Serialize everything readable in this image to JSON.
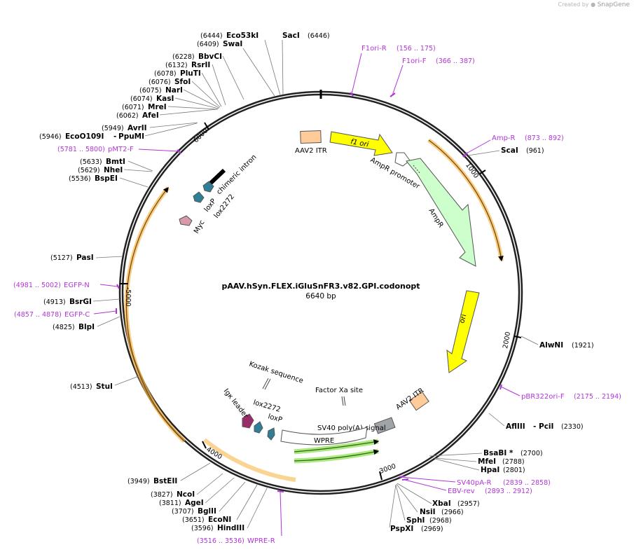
{
  "header": {
    "created_by": "Created by",
    "brand": "SnapGene"
  },
  "plasmid": {
    "name": "pAAV.hSyn.FLEX.iGluSnFR3.v82.GPI.codonopt",
    "length": "6640 bp"
  },
  "ticks": [
    "1000",
    "2000",
    "3000",
    "4000",
    "-5000",
    "6000"
  ],
  "features": {
    "aav2_itr_top": "AAV2 ITR",
    "f1_ori": "f1 ori",
    "ampr_promoter": "AmpR promoter",
    "ampr": "AmpR",
    "ori": "ori",
    "aav2_itr_bottom": "AAV2 ITR",
    "sv40_polya": "SV40 poly(A) signal",
    "factor_xa": "Factor Xa site",
    "kozak": "Kozak sequence",
    "igk_leader": "Igκ leader",
    "lox2272_bottom": "lox2272",
    "loxp_bottom": "loxP",
    "wpre": "WPRE",
    "chimeric_intron": "chimeric intron",
    "loxp_top": "loxP",
    "lox2272_top": "lox2272",
    "myc": "Myc"
  },
  "enzymes": [
    {
      "pos": "(6444)",
      "name": "Eco53kI"
    },
    {
      "pos": "(6409)",
      "name": "SwaI"
    },
    {
      "pos": "(6446)",
      "name": "SacI"
    },
    {
      "pos": "(6228)",
      "name": "BbvCI"
    },
    {
      "pos": "(6132)",
      "name": "RsrII"
    },
    {
      "pos": "(6078)",
      "name": "PluTI"
    },
    {
      "pos": "(6076)",
      "name": "SfoI"
    },
    {
      "pos": "(6075)",
      "name": "NarI"
    },
    {
      "pos": "(6074)",
      "name": "KasI"
    },
    {
      "pos": "(6071)",
      "name": "MreI"
    },
    {
      "pos": "(6062)",
      "name": "AfeI"
    },
    {
      "pos": "(5949)",
      "name": "AvrII"
    },
    {
      "pos": "(5946)",
      "name": "EcoO109I",
      "name2": "PpuMI"
    },
    {
      "pos": "(5633)",
      "name": "BmtI"
    },
    {
      "pos": "(5629)",
      "name": "NheI"
    },
    {
      "pos": "(5536)",
      "name": "BspEI"
    },
    {
      "pos": "(5127)",
      "name": "PasI"
    },
    {
      "pos": "(4913)",
      "name": "BsrGI"
    },
    {
      "pos": "(4825)",
      "name": "BlpI"
    },
    {
      "pos": "(4513)",
      "name": "StuI"
    },
    {
      "pos": "(3949)",
      "name": "BstEII"
    },
    {
      "pos": "(3827)",
      "name": "NcoI"
    },
    {
      "pos": "(3811)",
      "name": "AgeI"
    },
    {
      "pos": "(3707)",
      "name": "BglII"
    },
    {
      "pos": "(3651)",
      "name": "EcoNI"
    },
    {
      "pos": "(3596)",
      "name": "HindIII"
    },
    {
      "pos": "(961)",
      "name": "ScaI"
    },
    {
      "pos": "(1921)",
      "name": "AlwNI"
    },
    {
      "pos": "(2330)",
      "name": "AflIII",
      "name2": "PciI"
    },
    {
      "pos": "(2700)",
      "name": "BsaBI *"
    },
    {
      "pos": "(2788)",
      "name": "MfeI"
    },
    {
      "pos": "(2801)",
      "name": "HpaI"
    },
    {
      "pos": "(2957)",
      "name": "XbaI"
    },
    {
      "pos": "(2966)",
      "name": "NsiI"
    },
    {
      "pos": "(2968)",
      "name": "SphI"
    },
    {
      "pos": "(2969)",
      "name": "PspXI"
    }
  ],
  "primers": [
    {
      "name": "F1ori-R",
      "range": "(156 .. 175)"
    },
    {
      "name": "F1ori-F",
      "range": "(366 .. 387)"
    },
    {
      "name": "Amp-R",
      "range": "(873 .. 892)"
    },
    {
      "name": "pMT2-F",
      "range": "(5781 .. 5800)"
    },
    {
      "name": "EGFP-N",
      "range": "(4981 .. 5002)"
    },
    {
      "name": "EGFP-C",
      "range": "(4857 .. 4878)"
    },
    {
      "name": "pBR322ori-F",
      "range": "(2175 .. 2194)"
    },
    {
      "name": "SV40pA-R",
      "range": "(2839 .. 2858)"
    },
    {
      "name": "EBV-rev",
      "range": "(2893 .. 2912)"
    },
    {
      "name": "WPRE-R",
      "range": "(3516 .. 3536)"
    }
  ],
  "colors": {
    "backbone": "#222222",
    "primer": "#b035d6",
    "f1_ori": "#ffff00",
    "ampr": "#ccffcc",
    "itr": "#ffcc99",
    "lox": "#2f7f96",
    "igk": "#9b2c6a",
    "myc": "#d89aa8",
    "sv40": "#a0a4a8",
    "orf_highlight": "#f6b84a",
    "wpre_highlight": "#9ee36a"
  }
}
